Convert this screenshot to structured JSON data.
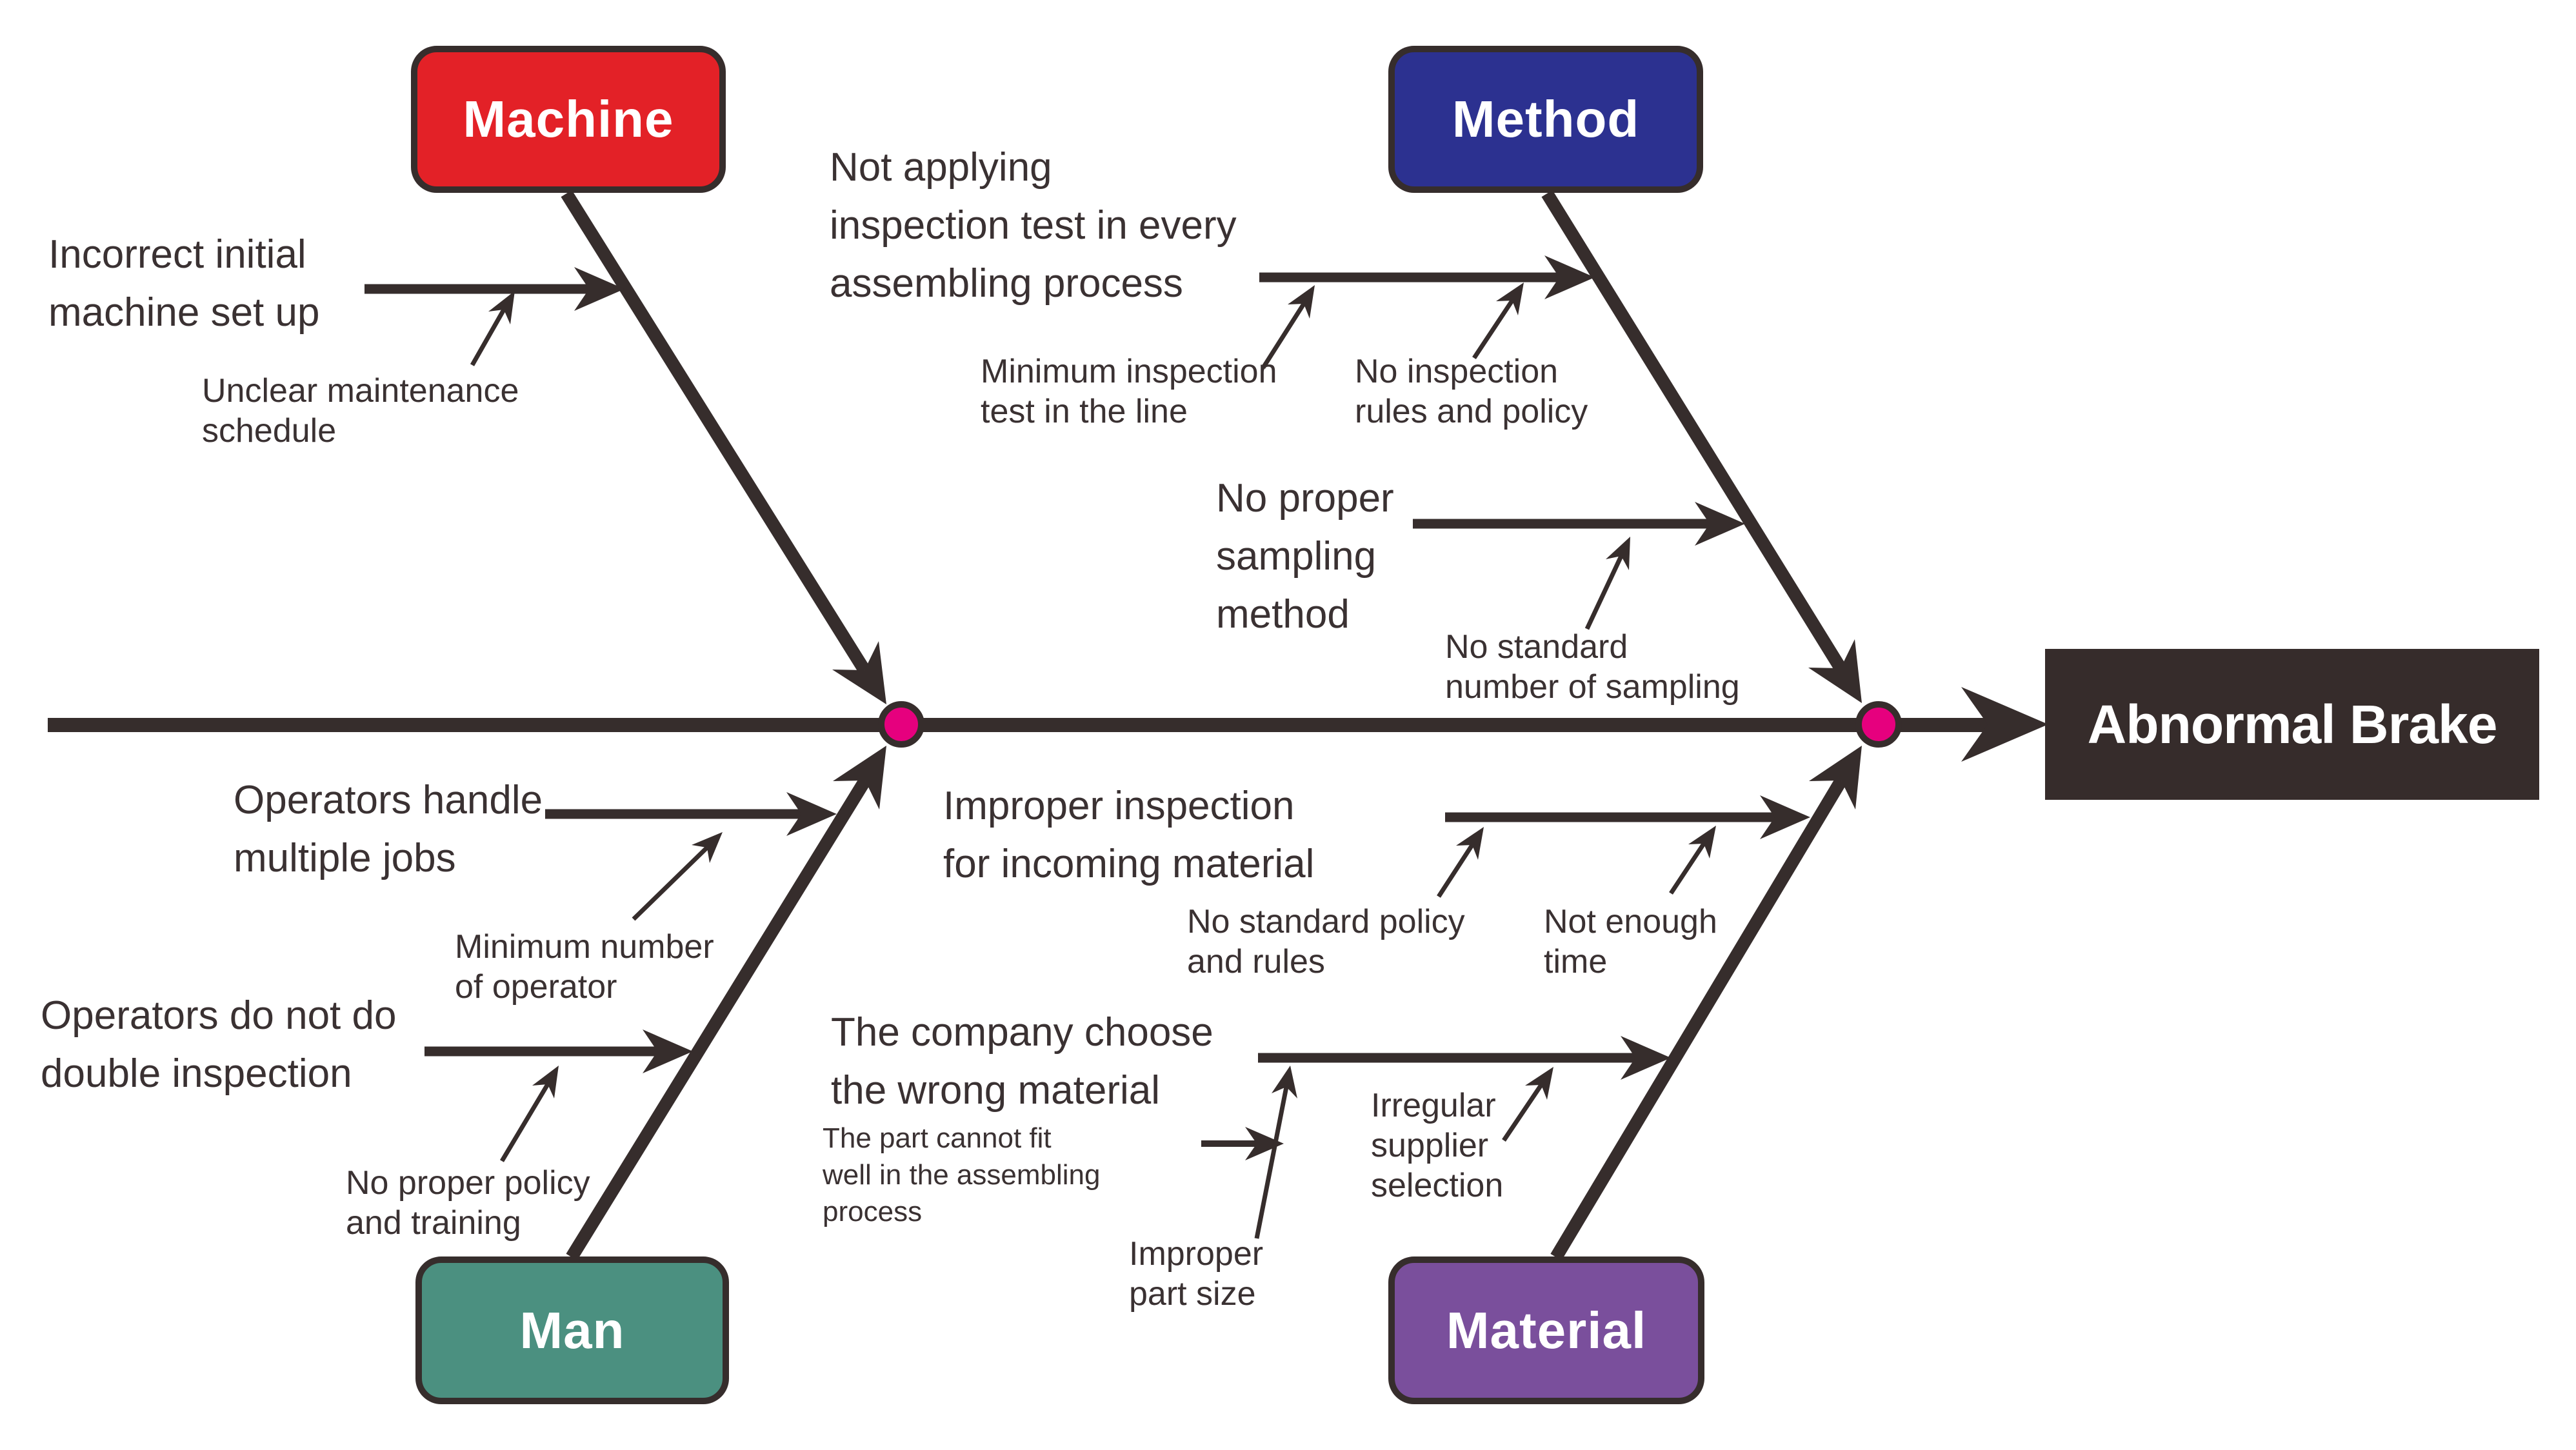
{
  "effect": {
    "label": "Abnormal Brake",
    "bg_color": "#362c2b"
  },
  "categories": {
    "machine": {
      "label": "Machine",
      "color": "#e32127"
    },
    "method": {
      "label": "Method",
      "color": "#2c3190"
    },
    "man": {
      "label": "Man",
      "color": "#4b9080"
    },
    "material": {
      "label": "Material",
      "color": "#7a4f9c"
    }
  },
  "causes": {
    "machine": {
      "primary": "Incorrect initial\nmachine set up",
      "secondary": "Unclear maintenance\nschedule"
    },
    "method": {
      "primary1": "Not applying\ninspection test in every\nassembling process",
      "secondary1a": "Minimum inspection\ntest in the line",
      "secondary1b": "No inspection\nrules and policy",
      "primary2": "No proper\nsampling\nmethod",
      "secondary2a": "No standard\nnumber of sampling"
    },
    "man": {
      "primary1": "Operators handle\nmultiple jobs",
      "secondary1a": "Minimum number\nof operator",
      "primary2": "Operators do not do\ndouble inspection",
      "secondary2a": "No proper policy\nand training"
    },
    "material": {
      "primary1": "Improper inspection\nfor incoming material",
      "secondary1a": "No standard policy\nand rules",
      "secondary1b": "Not enough\ntime",
      "primary2": "The company choose\nthe wrong material",
      "secondary2a": "The part cannot fit\nwell in the assembling\nprocess",
      "secondary2b": "Improper\npart size",
      "secondary2c": "Irregular\nsupplier\nselection"
    }
  },
  "style": {
    "junction_dot_color": "#e6007e",
    "line_color": "#362d2c",
    "text_color": "#3a3132",
    "background": "#ffffff"
  }
}
